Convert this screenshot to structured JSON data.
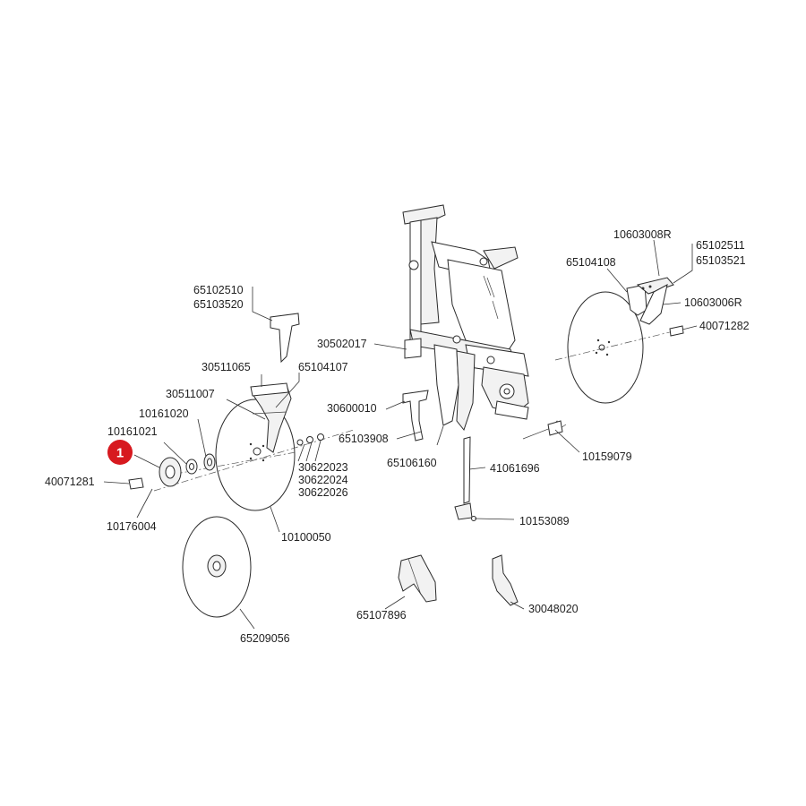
{
  "badge": {
    "number": "1",
    "color": "#d7191f"
  },
  "labels": {
    "p10603008R": "10603008R",
    "p65102511": "65102511",
    "p65103521": "65103521",
    "p65104108": "65104108",
    "p10603006R": "10603006R",
    "p40071282": "40071282",
    "p65102510": "65102510",
    "p65103520": "65103520",
    "p30502017": "30502017",
    "p30511065": "30511065",
    "p65104107": "65104107",
    "p30511007": "30511007",
    "p30600010": "30600010",
    "p10161020": "10161020",
    "p65103908": "65103908",
    "p10161021": "10161021",
    "p65106160": "65106160",
    "p10159079": "10159079",
    "p30622023": "30622023",
    "p30622024": "30622024",
    "p30622026": "30622026",
    "p41061696": "41061696",
    "p40071281": "40071281",
    "p10176004": "10176004",
    "p10100050": "10100050",
    "p10153089": "10153089",
    "p65107896": "65107896",
    "p30048020": "30048020",
    "p65209056": "65209056"
  }
}
